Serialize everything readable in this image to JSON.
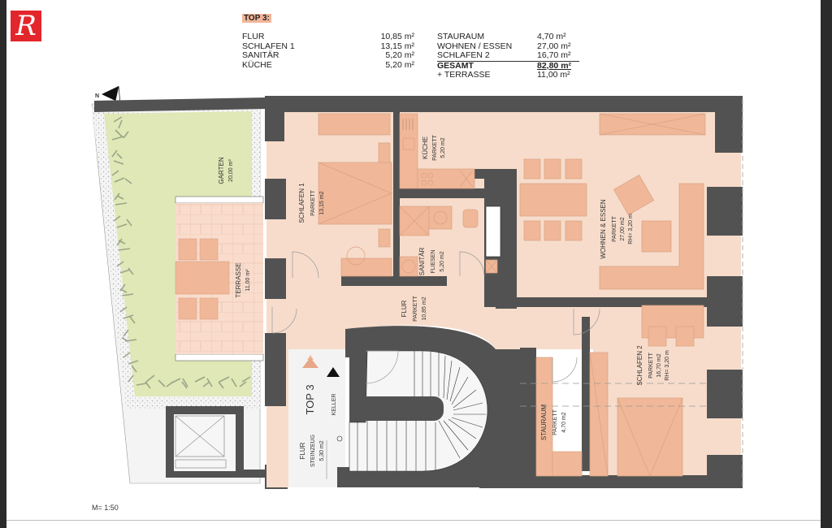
{
  "header": {
    "logo_letter": "R",
    "unit_title": "TOP 3:"
  },
  "areas_left": [
    {
      "room": "FLUR",
      "area": "10,85 m²"
    },
    {
      "room": "SCHLAFEN 1",
      "area": "13,15 m²"
    },
    {
      "room": "SANITÄR",
      "area": "5,20 m²"
    },
    {
      "room": "KÜCHE",
      "area": "5,20 m²"
    }
  ],
  "areas_right": [
    {
      "room": "STAURAUM",
      "area": "4,70   m²"
    },
    {
      "room": "WOHNEN / ESSEN",
      "area": "27,00 m²"
    },
    {
      "room": "SCHLAFEN 2",
      "area": "16,70 m²"
    }
  ],
  "total": {
    "label": "GESAMT",
    "area": "82,80 m²"
  },
  "terrace_extra": {
    "label": "+ TERRASSE",
    "area": "11,00 m²"
  },
  "compass": {
    "label": "N"
  },
  "rooms": {
    "garten": {
      "name": "GARTEN",
      "area": "20,00 m²"
    },
    "terrasse": {
      "name": "TERRASSE",
      "area": "11,00 m²"
    },
    "schlafen1": {
      "name": "SCHLAFEN 1",
      "floor": "PARKETT",
      "area": "13,15 m2"
    },
    "kueche": {
      "name": "KÜCHE",
      "floor": "PARKETT",
      "area": "5,20 m2"
    },
    "sanitaer": {
      "name": "SANITÄR",
      "floor": "FLIESEN",
      "area": "5,20 m2"
    },
    "wohnen": {
      "name": "WOHNEN & ESSEN",
      "floor": "PARKETT",
      "area": "27,00 m2",
      "height": "RH= 3,20 m"
    },
    "flur": {
      "name": "FLUR",
      "floor": "PARKETT",
      "area": "10,85 m2"
    },
    "schlafen2": {
      "name": "SCHLAFEN 2",
      "floor": "PARKETT",
      "area": "16,70 m2",
      "height": "RH= 3,20 m"
    },
    "stauraum": {
      "name": "STAURAUM",
      "floor": "PARKETT",
      "area": "4,70 m2"
    },
    "flur_entry": {
      "name": "FLUR",
      "floor": "STEINZEUG",
      "area": "5,30 m2"
    },
    "top3": {
      "name": "TOP 3"
    },
    "keller": {
      "name": "KELLER"
    }
  },
  "scale": {
    "label": "M= 1:50"
  },
  "colors": {
    "wall": "#525252",
    "floor": "#f7dccb",
    "furniture": "#f0b898",
    "garden": "#dfe8b6",
    "plant": "#8f9a80",
    "accent": "#e3262c"
  }
}
